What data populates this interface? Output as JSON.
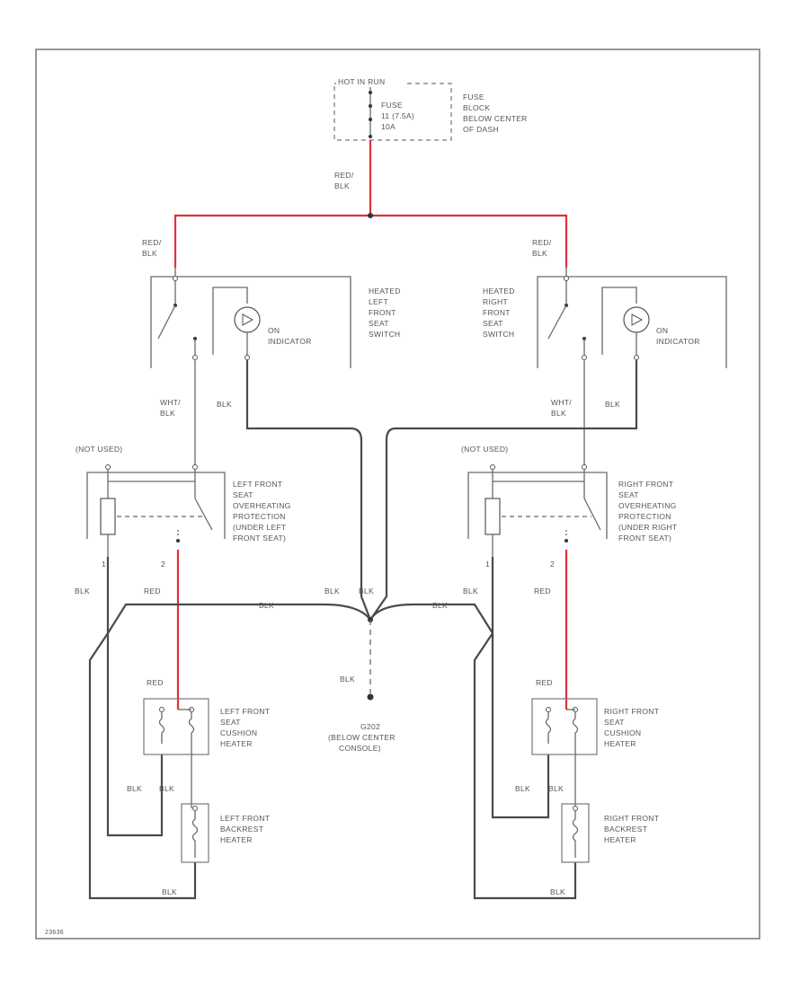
{
  "fuse_block": {
    "header": "HOT IN RUN",
    "fuse_lines": [
      "FUSE",
      "11 (7.5A)",
      "10A"
    ],
    "desc_lines": [
      "FUSE",
      "BLOCK",
      "BELOW CENTER",
      "OF DASH"
    ]
  },
  "wire_colors": {
    "red_blk": [
      "RED/",
      "BLK"
    ],
    "wht_blk": [
      "WHT/",
      "BLK"
    ],
    "blk": "BLK",
    "red": "RED"
  },
  "left_switch": {
    "desc_lines": [
      "HEATED",
      "LEFT",
      "FRONT",
      "SEAT",
      "SWITCH"
    ],
    "indicator_lines": [
      "ON",
      "INDICATOR"
    ]
  },
  "right_switch": {
    "desc_lines": [
      "HEATED",
      "RIGHT",
      "FRONT",
      "SEAT",
      "SWITCH"
    ],
    "indicator_lines": [
      "ON",
      "INDICATOR"
    ]
  },
  "left_protection": {
    "not_used": "(NOT USED)",
    "desc_lines": [
      "LEFT FRONT",
      "SEAT",
      "OVERHEATING",
      "PROTECTION",
      "(UNDER LEFT",
      "FRONT SEAT)"
    ],
    "pin1": "1",
    "pin2": "2"
  },
  "right_protection": {
    "not_used": "(NOT USED)",
    "desc_lines": [
      "RIGHT FRONT",
      "SEAT",
      "OVERHEATING",
      "PROTECTION",
      "(UNDER RIGHT",
      "FRONT SEAT)"
    ],
    "pin1": "1",
    "pin2": "2"
  },
  "left_cushion": {
    "desc_lines": [
      "LEFT FRONT",
      "SEAT",
      "CUSHION",
      "HEATER"
    ]
  },
  "left_backrest": {
    "desc_lines": [
      "LEFT FRONT",
      "BACKREST",
      "HEATER"
    ]
  },
  "right_cushion": {
    "desc_lines": [
      "RIGHT FRONT",
      "SEAT",
      "CUSHION",
      "HEATER"
    ]
  },
  "right_backrest": {
    "desc_lines": [
      "RIGHT FRONT",
      "BACKREST",
      "HEATER"
    ]
  },
  "ground": {
    "desc_lines": [
      "G202",
      "(BELOW CENTER",
      "CONSOLE)"
    ]
  },
  "diagram_id": "23636"
}
